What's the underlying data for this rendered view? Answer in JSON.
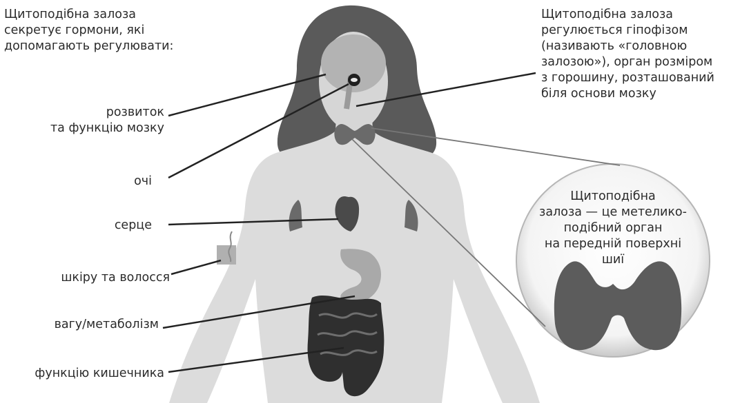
{
  "intro": {
    "lines": [
      "Щитоподібна залоза",
      "секретує гормони, які",
      "допомагають регулювати:"
    ]
  },
  "functions": [
    {
      "lines": [
        "розвиток",
        "та функцію мозку"
      ]
    },
    {
      "lines": [
        "очі"
      ]
    },
    {
      "lines": [
        "серце"
      ]
    },
    {
      "lines": [
        "шкіру та волосся"
      ]
    },
    {
      "lines": [
        "вагу/метаболізм"
      ]
    },
    {
      "lines": [
        "функцію кишечника"
      ]
    }
  ],
  "pituitary_note": {
    "lines": [
      "Щитоподібна залоза",
      "регулюється гіпофізом",
      "(називають «головною",
      "залозою»), орган розміром",
      "з горошину, розташований",
      "біля основи мозку"
    ]
  },
  "thyroid_callout": {
    "lines": [
      "Щитоподібна",
      "залоза — це метелико-",
      "подібний орган",
      "на передній поверхні",
      "шиї"
    ]
  },
  "colors": {
    "body": "#dcdcdc",
    "hair": "#5a5a5a",
    "organ": "#5c5c5c",
    "intestine": "#2f2f2f",
    "stomach": "#a9a9a9",
    "brain": "#b3b3b3",
    "leader_line": "#222222",
    "text": "#2b2b2b"
  }
}
